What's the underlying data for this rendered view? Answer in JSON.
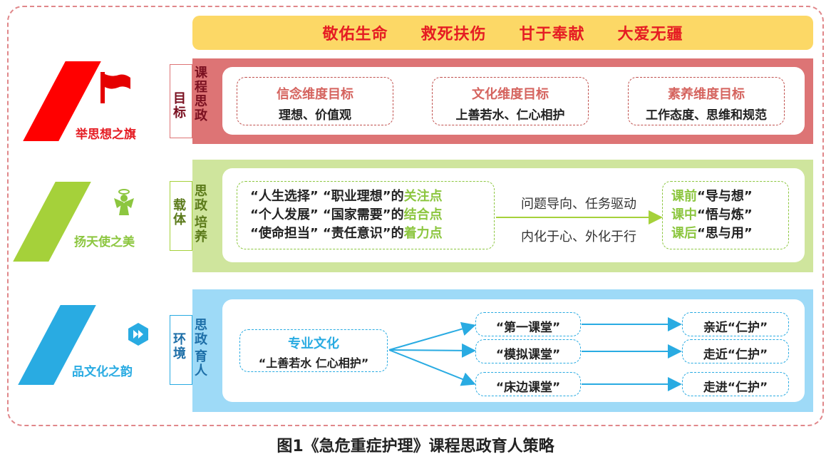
{
  "banner": [
    "敬佑生命",
    "救死扶伤",
    "甘于奉献",
    "大爱无疆"
  ],
  "rows": {
    "r1": {
      "slogan": "举思想之旗",
      "label": [
        "课程",
        "目标",
        "思政"
      ],
      "boxes": [
        {
          "title": "信念维度目标",
          "text": "理想、价值观"
        },
        {
          "title": "文化维度目标",
          "text": "上善若水、仁心相护"
        },
        {
          "title": "素养维度目标",
          "text": "工作态度、思维和规范"
        }
      ]
    },
    "r2": {
      "slogan": "扬天使之美",
      "label": [
        "思政",
        "载体",
        "培养"
      ],
      "left_lines": [
        {
          "text": "“人生选择” “职业理想”的",
          "hl": "关注点"
        },
        {
          "text": "“个人发展” “国家需要”的",
          "hl": "结合点"
        },
        {
          "text": "“使命担当” “责任意识”的",
          "hl": "着力点"
        }
      ],
      "mid_top": "问题导向、任务驱动",
      "mid_bottom": "内化于心、外化于行",
      "right_lines": [
        {
          "hl": "课前",
          "text": "“导与想”"
        },
        {
          "hl": "课中",
          "text": "“悟与炼”"
        },
        {
          "hl": "课后",
          "text": "“思与用”"
        }
      ]
    },
    "r3": {
      "slogan": "品文化之韵",
      "label": [
        "思政",
        "环境",
        "育人"
      ],
      "source_title": "专业文化",
      "source_text": "“上善若水 仁心相护”",
      "classes": [
        "“第一课堂”",
        "“模拟课堂”",
        "“床边课堂”"
      ],
      "results": [
        "亲近“仁护”",
        "走近“仁护”",
        "走进“仁护”"
      ]
    }
  },
  "caption": "图1《急危重症护理》课程思政育人策略",
  "colors": {
    "red": "#e51c23",
    "banner": "#fcd866",
    "panel1": "#dd7475",
    "panel2": "#cfe59d",
    "panel3": "#9edaf7",
    "green": "#8cc63f",
    "blue": "#29abe2",
    "dark": "#222222"
  }
}
